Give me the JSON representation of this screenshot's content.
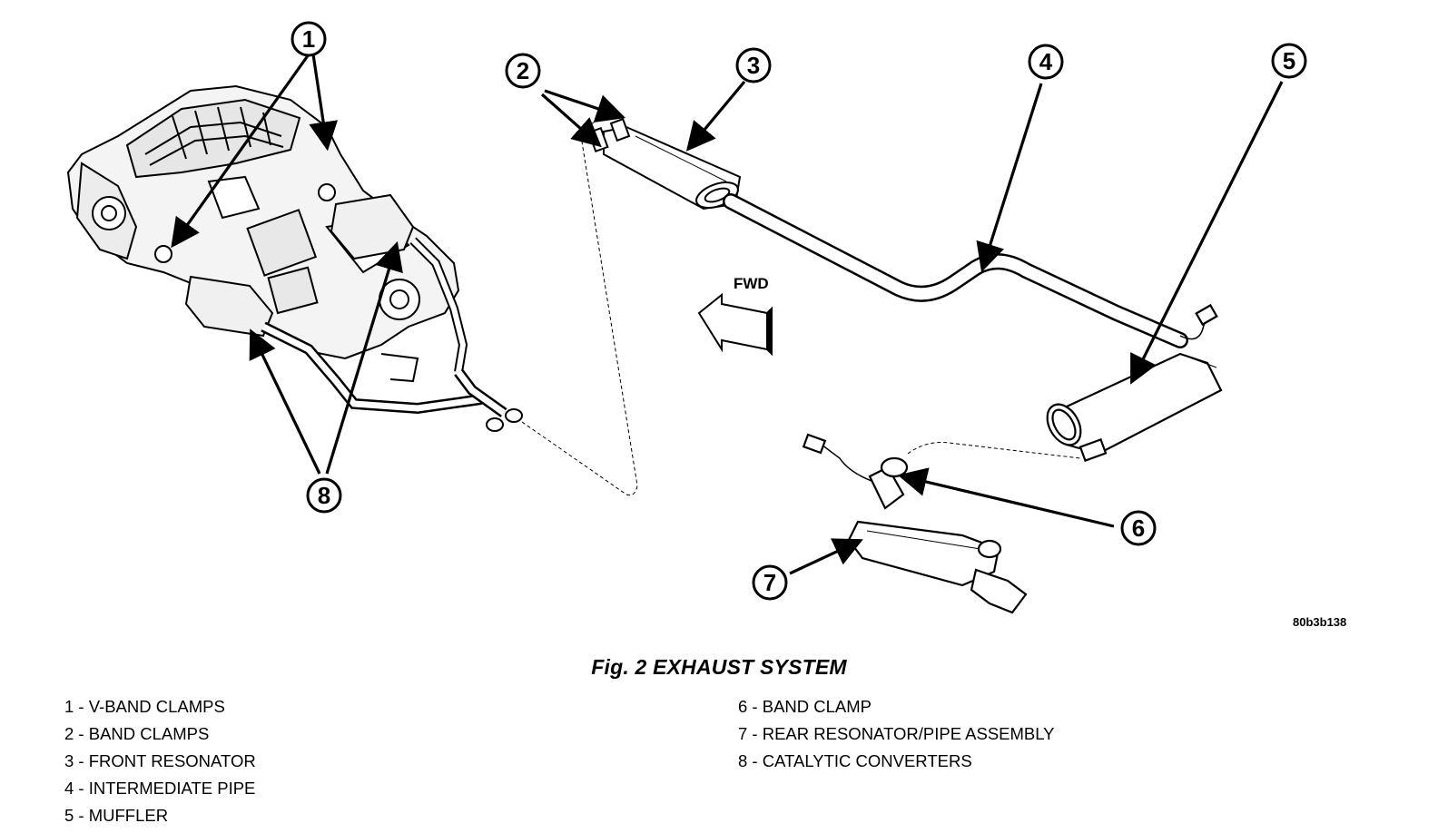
{
  "figure": {
    "title": "Fig. 2 EXHAUST SYSTEM",
    "code": "80b3b138",
    "fwd_label": "FWD"
  },
  "callouts": [
    "1",
    "2",
    "3",
    "4",
    "5",
    "6",
    "7",
    "8"
  ],
  "legend": {
    "left": [
      "1 - V-BAND CLAMPS",
      "2 - BAND CLAMPS",
      "3 - FRONT RESONATOR",
      "4 - INTERMEDIATE PIPE",
      "5 - MUFFLER"
    ],
    "right": [
      "6 - BAND CLAMP",
      "7 - REAR RESONATOR/PIPE ASSEMBLY",
      "8 - CATALYTIC CONVERTERS"
    ]
  }
}
